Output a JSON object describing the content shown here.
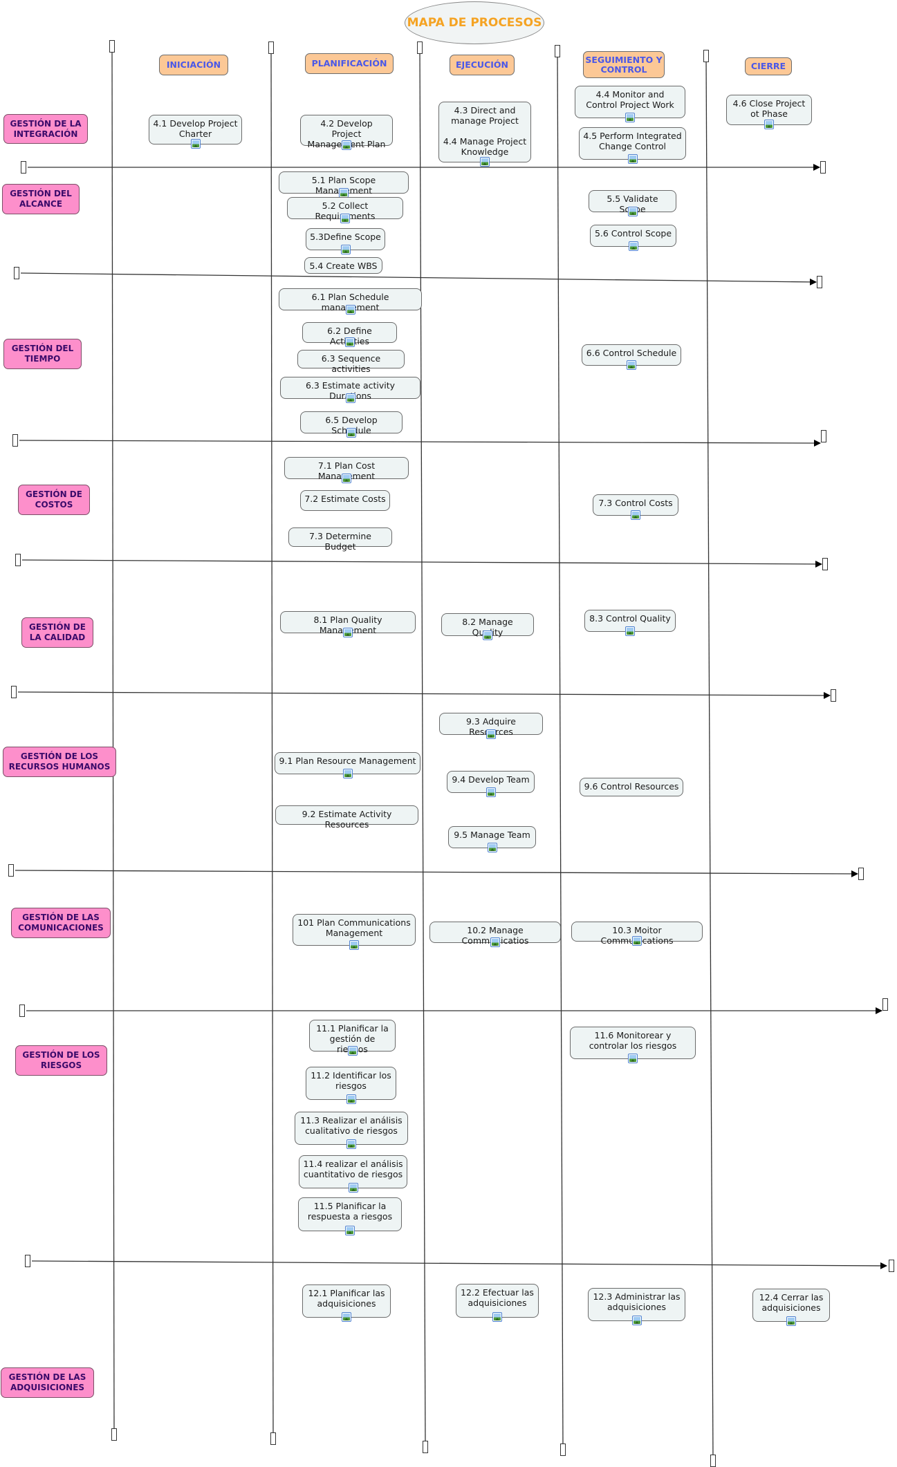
{
  "title": "MAPA DE PROCESOS",
  "phases": [
    "INICIACIÓN",
    "PLANIFICACIÓN",
    "EJECUCIÓN",
    "SEGUIMIENTO Y CONTROL",
    "CIERRE"
  ],
  "areas": [
    "GESTIÓN DE LA INTEGRACIÓN",
    "GESTIÓN DEL ALCANCE",
    "GESTIÓN DEL TIEMPO",
    "GESTIÓN DE COSTOS",
    "GESTIÓN DE LA CALIDAD",
    "GESTIÓN DE LOS RECURSOS HUMANOS",
    "GESTIÓN DE LAS COMUNICACIONES",
    "GESTIÓN DE LOS RIESGOS",
    "GESTIÓN DE LAS ADQUISICIONES"
  ],
  "processes": [
    "4.1 Develop Project Charter",
    "4.2 Develop Project Management Plan",
    "4.3 Direct and manage Project\n\n4.4 Manage Project Knowledge",
    "4.4 Monitor and Control Project Work",
    "4.5 Perform Integrated Change Control",
    "4.6 Close Project ot Phase",
    "5.1 Plan Scope Management",
    "5.2 Collect Requirements",
    "5.3Define Scope",
    "5.4 Create WBS",
    "5.5 Validate Scope",
    "5.6 Control Scope",
    "6.1 Plan Schedule management",
    "6.2 Define Activities",
    "6.3 Sequence activities",
    "6.3 Estimate activity Durations",
    "6.5 Develop Schedule",
    "6.6 Control Schedule",
    "7.1 Plan Cost Management",
    "7.2 Estimate Costs",
    "7.3 Determine Budget",
    "7.3 Control Costs",
    "8.1 Plan Quality Management",
    "8.2 Manage Quality",
    "8.3 Control Quality",
    "9.3 Adquire Resources",
    "9.1  Plan Resource Management",
    "9.4 Develop Team",
    "9.6 Control Resources",
    "9.2 Estimate Activity Resources",
    "9.5 Manage Team",
    "101 Plan Communications Management",
    "10.2 Manage Communicatios",
    "10.3 Moitor Communications",
    "11.1 Planificar la gestión de riesgos",
    "11.6 Monitorear y controlar los riesgos",
    "11.2 Identificar los riesgos",
    "11.3 Realizar el análisis cualitativo de riesgos",
    "11.4 realizar el análisis cuantitativo de riesgos",
    "11.5 Planificar la respuesta a riesgos",
    "12.1 Planificar las adquisiciones",
    "12.2 Efectuar las adquisiciones",
    "12.3 Administrar las adquisiciones",
    "12.4 Cerrar las adquisiciones"
  ]
}
